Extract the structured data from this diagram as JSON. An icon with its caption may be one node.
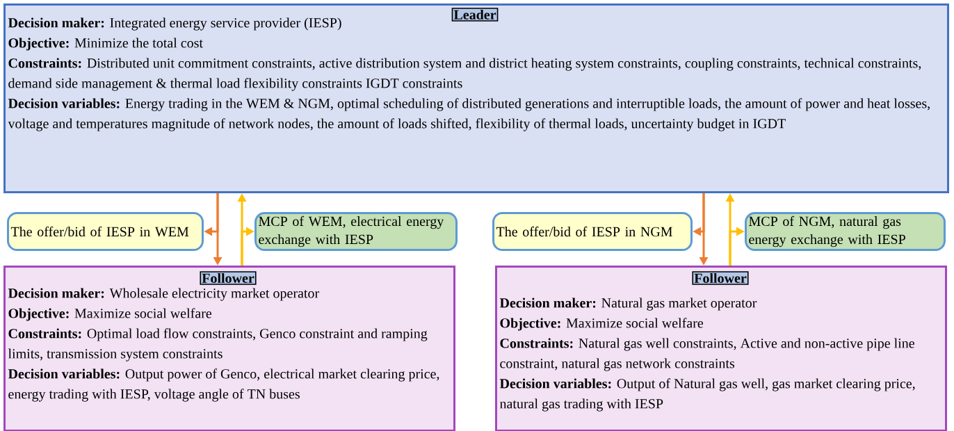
{
  "diagram": {
    "nodes": [
      {
        "text": [
          "Leader",
          "**Decision maker:** Integrated energy service provider (IESP)",
          "**Objective:** Minimize the total cost",
          "**Constraints:** Distributed unit commitment constraints, active distribution system and district heating system constraints, coupling constraints, technical constraints, demand side management & thermal load flexibility constraints IGDT constraints",
          "**Decision variables:** Energy trading in the WEM & NGM, optimal scheduling of distributed generations and interruptible loads, the amount of power and heat losses, voltage and temperatures magnitude of network nodes, the amount of loads shifted, flexibility of thermal loads, uncertainty budget in IGDT"
        ]
      },
      {
        "text": [
          "The offer/bid of IESP in WEM"
        ]
      },
      {
        "text": [
          "MCP of WEM, electrical energy exchange with IESP"
        ]
      },
      {
        "text": [
          "The offer/bid of IESP in NGM"
        ]
      },
      {
        "text": [
          "MCP of NGM, natural gas energy exchange with IESP"
        ]
      },
      {
        "text": [
          "Follower",
          "**Decision maker:** Wholesale electricity market operator",
          "**Objective:** Maximize social welfare",
          "**Constraints:** Optimal load flow constraints, Genco constraint and ramping limits, transmission system constraints",
          "**Decision variables:** Output power of Genco, electrical market clearing price, energy trading with IESP, voltage angle of TN buses"
        ]
      },
      {
        "text": [
          "Follower",
          "**Decision maker:** Natural gas market operator",
          "**Objective:** Maximize social welfare",
          "**Constraints:** Natural gas well constraints, Active and non-active pipe line constraint, natural gas network constraints",
          "**Decision variables:** Output of Natural gas well, gas market clearing price, natural gas trading with IESP"
        ]
      }
    ],
    "edges": [
      {
        "from": 0,
        "to": 5,
        "arrow": "to",
        "color": "#ed7d31"
      },
      {
        "from": 0,
        "to": 1,
        "arrow": "to",
        "color": "#ed7d31"
      },
      {
        "from": 5,
        "to": 0,
        "arrow": "to",
        "color": "#ffc000"
      },
      {
        "from": 5,
        "to": 2,
        "arrow": "to",
        "color": "#ffc000"
      },
      {
        "from": 0,
        "to": 6,
        "arrow": "to",
        "color": "#ed7d31"
      },
      {
        "from": 0,
        "to": 3,
        "arrow": "to",
        "color": "#ed7d31"
      },
      {
        "from": 6,
        "to": 0,
        "arrow": "to",
        "color": "#ffc000"
      },
      {
        "from": 6,
        "to": 4,
        "arrow": "to",
        "color": "#ffc000"
      }
    ]
  }
}
